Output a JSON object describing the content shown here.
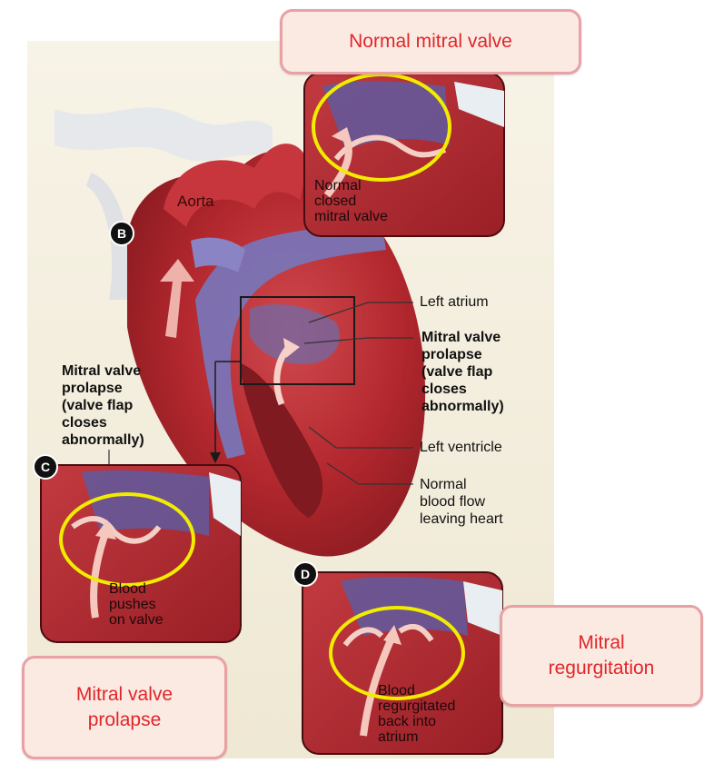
{
  "callouts": {
    "normal": "Normal mitral valve",
    "prolapse": [
      "Mitral valve",
      "prolapse"
    ],
    "regurgitation": [
      "Mitral",
      "regurgitation"
    ]
  },
  "labels": {
    "aorta": "Aorta",
    "left_atrium": "Left atrium",
    "mvp_right": [
      "Mitral valve",
      "prolapse",
      "(valve flap",
      "closes",
      "abnormally)"
    ],
    "left_ventricle": "Left ventricle",
    "normal_flow": [
      "Normal",
      "blood flow",
      "leaving heart"
    ],
    "mvp_left": [
      "Mitral valve",
      "prolapse",
      "(valve flap",
      "closes",
      "abnormally)"
    ]
  },
  "insets": {
    "top": [
      "Normal",
      "closed",
      "mitral valve"
    ],
    "c": [
      "Blood",
      "pushes",
      "on valve"
    ],
    "d": [
      "Blood",
      "regurgitated",
      "back into",
      "atrium"
    ]
  },
  "badges": {
    "b": "B",
    "c": "C",
    "d": "D"
  },
  "colors": {
    "callout_text": "#e0262a",
    "callout_border": "#e8a1a4",
    "callout_fill": "#fbeae2",
    "highlight_ring": "#f2ec00",
    "heart_red": "#b42a30",
    "vessel_blue": "#7a74b6"
  }
}
